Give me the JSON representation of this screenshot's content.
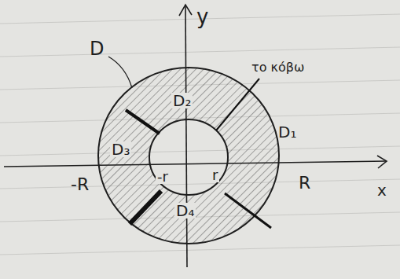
{
  "diagram": {
    "labels": [
      "y",
      "D",
      "το κόβω",
      "D₂",
      "D₁",
      "D₃",
      "-r",
      "r",
      "-R",
      "R",
      "x",
      "D₄"
    ]
  }
}
